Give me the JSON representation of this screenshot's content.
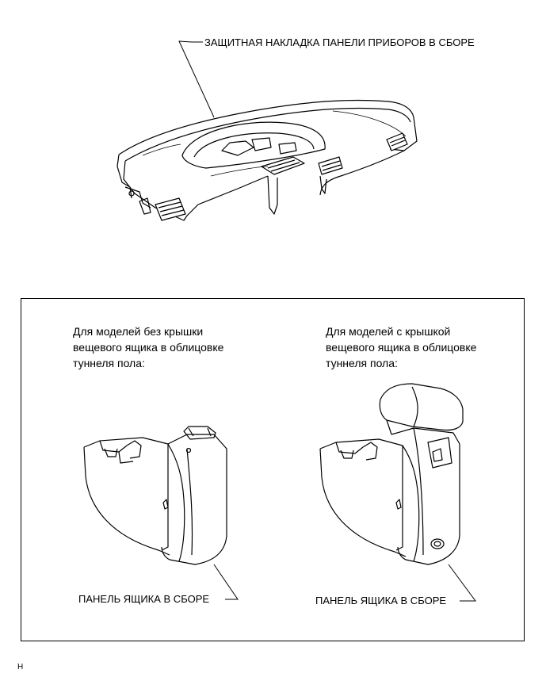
{
  "top_callout": "ЗАЩИТНАЯ НАКЛАДКА ПАНЕЛИ ПРИБОРОВ В СБОРЕ",
  "left_panel": {
    "caption": [
      "Для моделей без крышки",
      "вещевого ящика в облицовке",
      "туннеля пола:"
    ],
    "callout": "ПАНЕЛЬ ЯЩИКА В СБОРЕ"
  },
  "right_panel": {
    "caption": [
      "Для моделей с крышкой",
      "вещевого ящика в облицовке",
      "туннеля пола:"
    ],
    "callout": "ПАНЕЛЬ ЯЩИКА В СБОРЕ"
  },
  "figure_code": "H"
}
